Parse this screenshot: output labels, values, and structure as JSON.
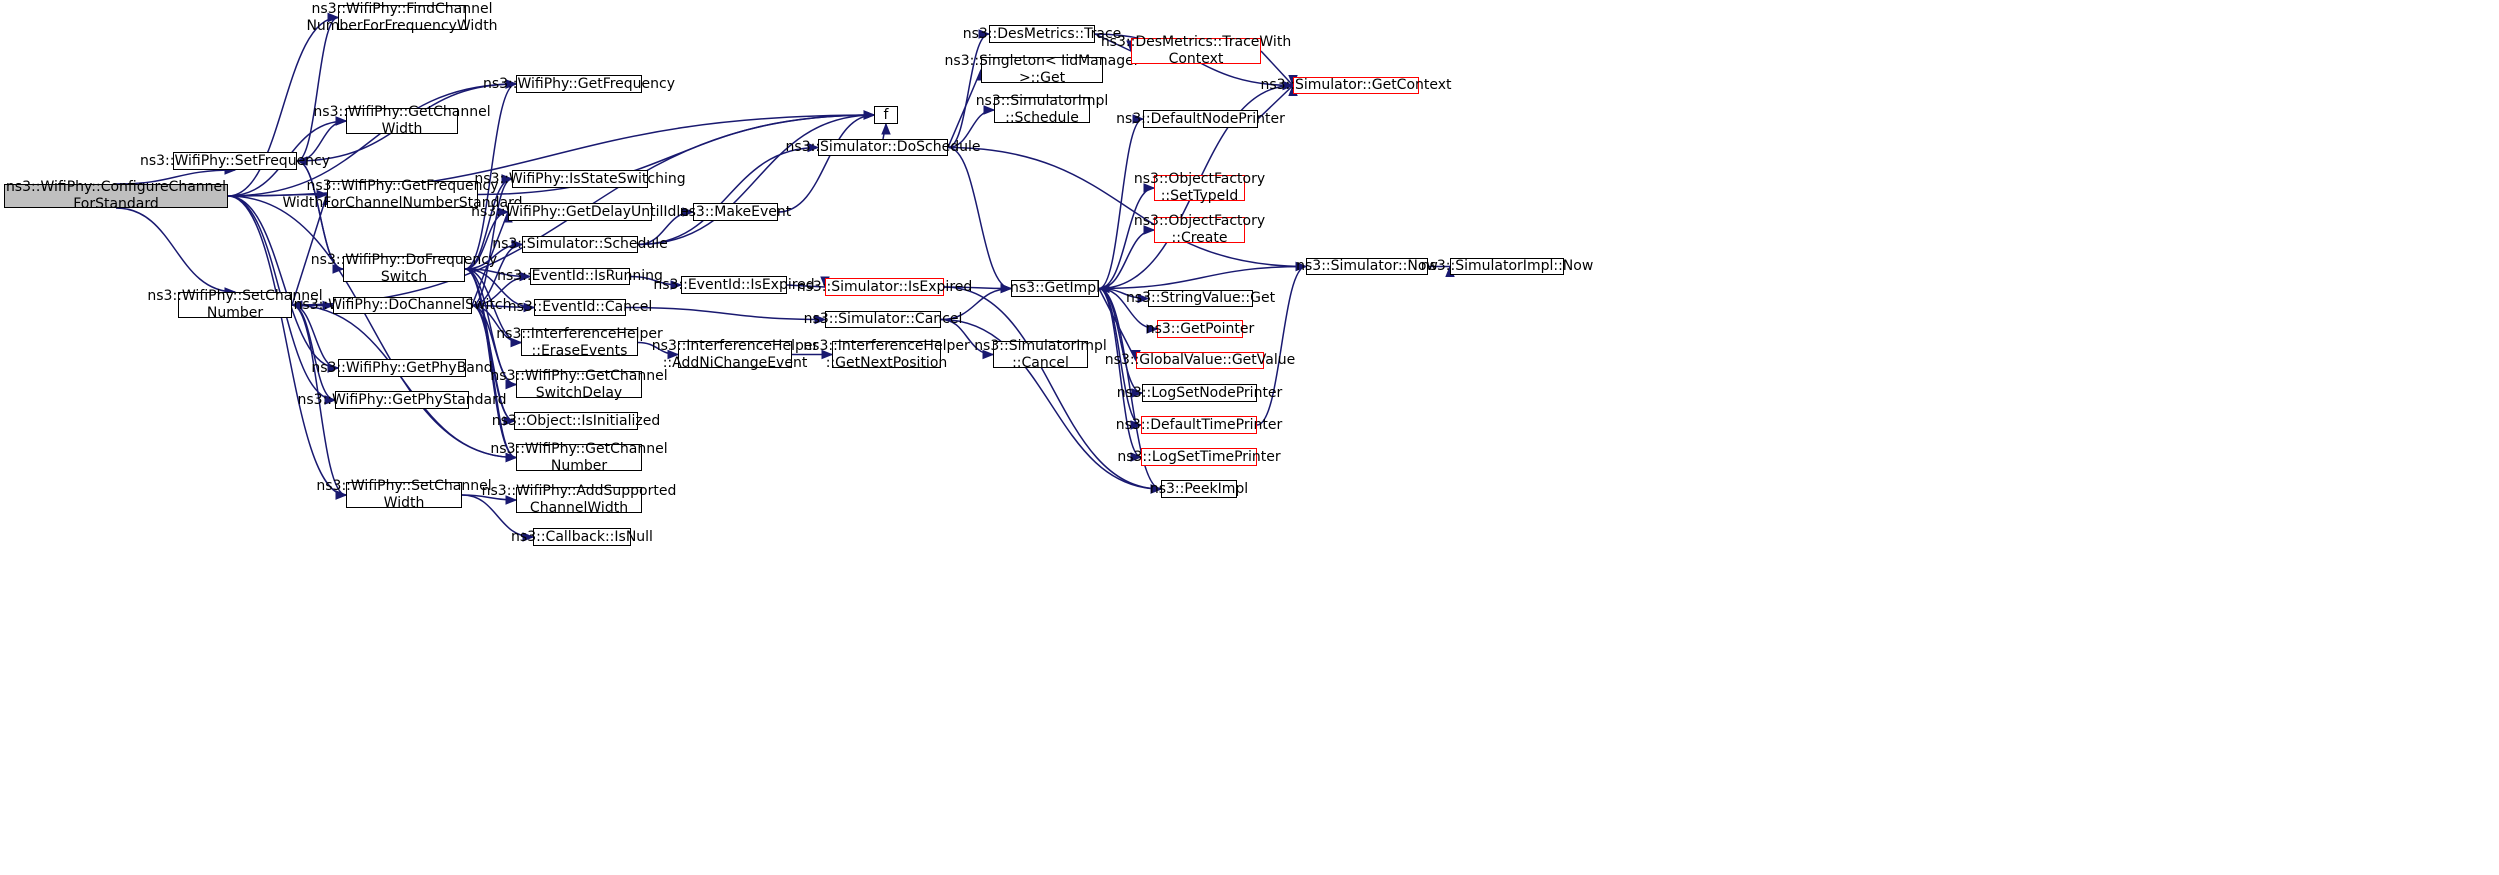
{
  "graph": {
    "title": "Call graph of ns3::WifiPhy::ConfigureChannelForStandard",
    "edge_color": "#191970",
    "root_fill": "#bfbfbf",
    "incomplete_border_color": "#ff0000",
    "nodes": [
      {
        "id": "root",
        "lines": [
          "ns3::WifiPhy::ConfigureChannel",
          "ForStandard"
        ]
      },
      {
        "id": "findch",
        "lines": [
          "ns3::WifiPhy::FindChannel",
          "NumberForFrequencyWidth"
        ]
      },
      {
        "id": "getfreq",
        "lines": [
          "ns3::WifiPhy::GetFrequency"
        ]
      },
      {
        "id": "getchw",
        "lines": [
          "ns3::WifiPhy::GetChannel",
          "Width"
        ]
      },
      {
        "id": "setfreq",
        "lines": [
          "ns3::WifiPhy::SetFrequency"
        ]
      },
      {
        "id": "getfwcns",
        "lines": [
          "ns3::WifiPhy::GetFrequency",
          "WidthForChannelNumberStandard"
        ]
      },
      {
        "id": "isss",
        "lines": [
          "ns3::WifiPhy::IsStateSwitching"
        ]
      },
      {
        "id": "getdui",
        "lines": [
          "ns3::WifiPhy::GetDelayUntilIdle"
        ]
      },
      {
        "id": "sched",
        "lines": [
          "ns3::Simulator::Schedule"
        ]
      },
      {
        "id": "dofs",
        "lines": [
          "ns3::WifiPhy::DoFrequency",
          "Switch"
        ]
      },
      {
        "id": "isrun",
        "lines": [
          "ns3::EventId::IsRunning"
        ]
      },
      {
        "id": "setchn",
        "lines": [
          "ns3::WifiPhy::SetChannel",
          "Number"
        ]
      },
      {
        "id": "docs",
        "lines": [
          "ns3::WifiPhy::DoChannelSwitch"
        ]
      },
      {
        "id": "evcancel",
        "lines": [
          "ns3::EventId::Cancel"
        ]
      },
      {
        "id": "ihee",
        "lines": [
          "ns3::InterferenceHelper",
          "::EraseEvents"
        ]
      },
      {
        "id": "getpb",
        "lines": [
          "ns3::WifiPhy::GetPhyBand"
        ]
      },
      {
        "id": "getcsd",
        "lines": [
          "ns3::WifiPhy::GetChannel",
          "SwitchDelay"
        ]
      },
      {
        "id": "getps",
        "lines": [
          "ns3::WifiPhy::GetPhyStandard"
        ]
      },
      {
        "id": "objinit",
        "lines": [
          "ns3::Object::IsInitialized"
        ]
      },
      {
        "id": "getchn",
        "lines": [
          "ns3::WifiPhy::GetChannel",
          "Number"
        ]
      },
      {
        "id": "setchw",
        "lines": [
          "ns3::WifiPhy::SetChannel",
          "Width"
        ]
      },
      {
        "id": "addscw",
        "lines": [
          "ns3::WifiPhy::AddSupported",
          "ChannelWidth"
        ]
      },
      {
        "id": "cbnull",
        "lines": [
          "ns3::Callback::IsNull"
        ]
      },
      {
        "id": "f",
        "lines": [
          "f"
        ]
      },
      {
        "id": "makeev",
        "lines": [
          "ns3::MakeEvent"
        ]
      },
      {
        "id": "eviexp",
        "lines": [
          "ns3::EventId::IsExpired"
        ]
      },
      {
        "id": "ihanc",
        "lines": [
          "ns3::InterferenceHelper",
          "::AddNiChangeEvent"
        ]
      },
      {
        "id": "dosched",
        "lines": [
          "ns3::Simulator::DoSchedule"
        ]
      },
      {
        "id": "dmtrace",
        "lines": [
          "ns3::DesMetrics::Trace"
        ]
      },
      {
        "id": "singleton",
        "lines": [
          "ns3::Singleton< IidManager",
          ">::Get"
        ]
      },
      {
        "id": "simimplsched",
        "lines": [
          "ns3::SimulatorImpl",
          "::Schedule"
        ]
      },
      {
        "id": "simisexp",
        "lines": [
          "ns3::Simulator::IsExpired"
        ],
        "incomplete": true
      },
      {
        "id": "simcancel",
        "lines": [
          "ns3::Simulator::Cancel"
        ]
      },
      {
        "id": "ihgnp",
        "lines": [
          "ns3::InterferenceHelper",
          "::GetNextPosition"
        ]
      },
      {
        "id": "dmtwc",
        "lines": [
          "ns3::DesMetrics::TraceWith",
          "Context"
        ],
        "incomplete": true
      },
      {
        "id": "simimplcancel",
        "lines": [
          "ns3::SimulatorImpl",
          "::Cancel"
        ]
      },
      {
        "id": "getimpl",
        "lines": [
          "ns3::GetImpl"
        ]
      },
      {
        "id": "simgetctx",
        "lines": [
          "ns3::Simulator::GetContext"
        ],
        "incomplete": true
      },
      {
        "id": "defnp",
        "lines": [
          "ns3::DefaultNodePrinter"
        ]
      },
      {
        "id": "ofsettid",
        "lines": [
          "ns3::ObjectFactory",
          "::SetTypeId"
        ],
        "incomplete": true
      },
      {
        "id": "ofcreate",
        "lines": [
          "ns3::ObjectFactory",
          "::Create"
        ],
        "incomplete": true
      },
      {
        "id": "svget",
        "lines": [
          "ns3::StringValue::Get"
        ]
      },
      {
        "id": "getptr",
        "lines": [
          "ns3::GetPointer"
        ],
        "incomplete": true
      },
      {
        "id": "gvgv",
        "lines": [
          "ns3::GlobalValue::GetValue"
        ],
        "incomplete": true
      },
      {
        "id": "logsnp",
        "lines": [
          "ns3::LogSetNodePrinter"
        ]
      },
      {
        "id": "deftp",
        "lines": [
          "ns3::DefaultTimePrinter"
        ],
        "incomplete": true
      },
      {
        "id": "logstp",
        "lines": [
          "ns3::LogSetTimePrinter"
        ],
        "incomplete": true
      },
      {
        "id": "peekimpl",
        "lines": [
          "ns3::PeekImpl"
        ]
      },
      {
        "id": "simnow",
        "lines": [
          "ns3::Simulator::Now"
        ]
      },
      {
        "id": "simimplnow",
        "lines": [
          "ns3::SimulatorImpl::Now"
        ]
      }
    ],
    "edges": [
      [
        "root",
        "findch"
      ],
      [
        "root",
        "f"
      ],
      [
        "root",
        "getfreq"
      ],
      [
        "root",
        "getchw"
      ],
      [
        "root",
        "setfreq"
      ],
      [
        "root",
        "getfwcns"
      ],
      [
        "root",
        "setchn"
      ],
      [
        "root",
        "getpb"
      ],
      [
        "root",
        "getps"
      ],
      [
        "root",
        "getchn"
      ],
      [
        "root",
        "setchw"
      ],
      [
        "setfreq",
        "findch"
      ],
      [
        "setfreq",
        "getchw"
      ],
      [
        "setfreq",
        "getfreq"
      ],
      [
        "setfreq",
        "dofs"
      ],
      [
        "setchn",
        "getfwcns"
      ],
      [
        "setchn",
        "f"
      ],
      [
        "setchn",
        "docs"
      ],
      [
        "setchn",
        "getpb"
      ],
      [
        "setchn",
        "getps"
      ],
      [
        "setchn",
        "setchw"
      ],
      [
        "setchn",
        "getchn"
      ],
      [
        "getfwcns",
        "f"
      ],
      [
        "dofs",
        "setfreq"
      ],
      [
        "dofs",
        "getfreq"
      ],
      [
        "dofs",
        "isss"
      ],
      [
        "dofs",
        "getdui"
      ],
      [
        "dofs",
        "sched"
      ],
      [
        "dofs",
        "isrun"
      ],
      [
        "dofs",
        "evcancel"
      ],
      [
        "dofs",
        "ihee"
      ],
      [
        "dofs",
        "getcsd"
      ],
      [
        "dofs",
        "objinit"
      ],
      [
        "dofs",
        "getchn"
      ],
      [
        "docs",
        "setchn"
      ],
      [
        "docs",
        "isss"
      ],
      [
        "docs",
        "getdui"
      ],
      [
        "docs",
        "sched"
      ],
      [
        "docs",
        "isrun"
      ],
      [
        "docs",
        "evcancel"
      ],
      [
        "docs",
        "ihee"
      ],
      [
        "docs",
        "getcsd"
      ],
      [
        "docs",
        "objinit"
      ],
      [
        "docs",
        "getchn"
      ],
      [
        "setchw",
        "addscw"
      ],
      [
        "setchw",
        "cbnull"
      ],
      [
        "sched",
        "f"
      ],
      [
        "sched",
        "makeev"
      ],
      [
        "sched",
        "dosched"
      ],
      [
        "makeev",
        "f"
      ],
      [
        "isrun",
        "eviexp"
      ],
      [
        "eviexp",
        "simisexp"
      ],
      [
        "evcancel",
        "simcancel"
      ],
      [
        "ihee",
        "ihanc"
      ],
      [
        "ihanc",
        "ihgnp"
      ],
      [
        "dosched",
        "dmtrace"
      ],
      [
        "dosched",
        "singleton"
      ],
      [
        "dosched",
        "simimplsched"
      ],
      [
        "dosched",
        "simnow"
      ],
      [
        "dosched",
        "getimpl"
      ],
      [
        "dosched",
        "f"
      ],
      [
        "dmtrace",
        "dmtwc"
      ],
      [
        "dmtrace",
        "simgetctx"
      ],
      [
        "dmtwc",
        "simgetctx"
      ],
      [
        "simisexp",
        "getimpl"
      ],
      [
        "simisexp",
        "peekimpl"
      ],
      [
        "simcancel",
        "getimpl"
      ],
      [
        "simcancel",
        "simimplcancel"
      ],
      [
        "simcancel",
        "peekimpl"
      ],
      [
        "getimpl",
        "simgetctx"
      ],
      [
        "getimpl",
        "defnp"
      ],
      [
        "getimpl",
        "ofsettid"
      ],
      [
        "getimpl",
        "ofcreate"
      ],
      [
        "getimpl",
        "svget"
      ],
      [
        "getimpl",
        "getptr"
      ],
      [
        "getimpl",
        "gvgv"
      ],
      [
        "getimpl",
        "logsnp"
      ],
      [
        "getimpl",
        "deftp"
      ],
      [
        "getimpl",
        "logstp"
      ],
      [
        "getimpl",
        "peekimpl"
      ],
      [
        "defnp",
        "simgetctx"
      ],
      [
        "deftp",
        "simnow"
      ],
      [
        "simnow",
        "getimpl"
      ],
      [
        "simnow",
        "simimplnow"
      ]
    ]
  }
}
